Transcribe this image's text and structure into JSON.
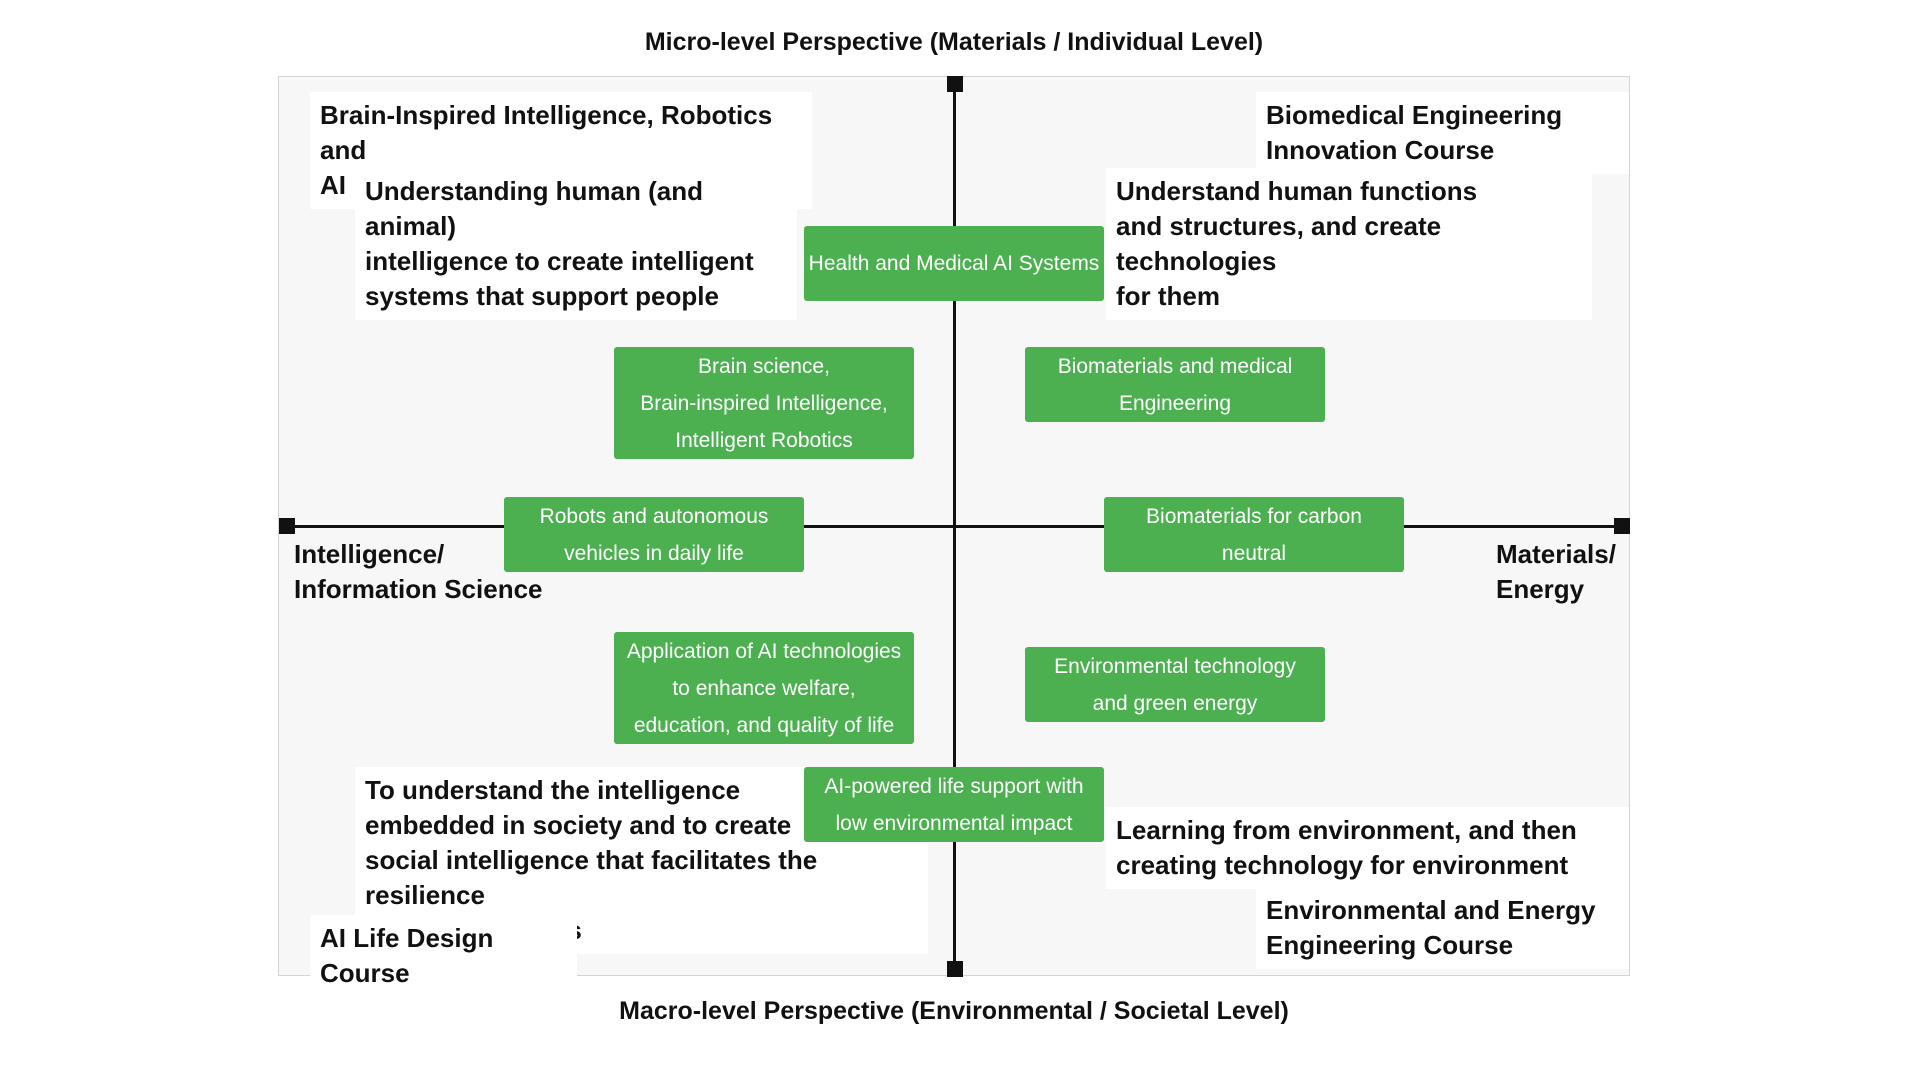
{
  "axes": {
    "top": "Micro-level Perspective (Materials / Individual Level)",
    "bottom": "Macro-level Perspective (Environmental / Societal Level)",
    "left": "Intelligence/\nInformation Science",
    "right": "Materials/\nEnergy"
  },
  "quadrants": {
    "top_left": {
      "course": "Brain-Inspired Intelligence, Robotics and\nAI Hardware Course",
      "description": "Understanding human (and animal)\nintelligence to create intelligent\nsystems that support people"
    },
    "top_right": {
      "course": "Biomedical Engineering\nInnovation Course",
      "description": "Understand human functions\nand structures, and create technologies\nfor them"
    },
    "bottom_left": {
      "course": "AI Life Design Course",
      "description": "To understand the intelligence\nembedded in society and to create\nsocial intelligence that facilitates the resilience\nof social systems"
    },
    "bottom_right": {
      "course": "Environmental and Energy\nEngineering Course",
      "description": "Learning from environment, and then\ncreating technology for environment"
    }
  },
  "topics": {
    "health_medical_ai": "Health and Medical AI Systems",
    "brain_science": "Brain science,\nBrain-inspired Intelligence,\nIntelligent Robotics",
    "biomaterials_medical": "Biomaterials and medical\nEngineering",
    "robots_autonomous": "Robots and autonomous\nvehicles in daily life",
    "biomaterials_carbon": "Biomaterials for carbon\nneutral",
    "ai_welfare": "Application of AI technologies\nto enhance welfare,\neducation, and quality of life",
    "environmental_tech": "Environmental technology\nand green energy",
    "ai_life_support": "AI-powered life support with\nlow environmental impact"
  },
  "colors": {
    "topic_box": "#4caf50",
    "panel_background": "#f7f7f7",
    "axis": "#111111"
  }
}
